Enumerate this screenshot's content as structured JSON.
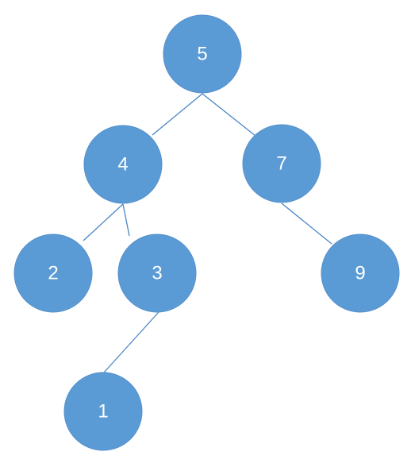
{
  "diagram": {
    "type": "binary-tree",
    "node_color": "#5b9bd5",
    "edge_color": "#4a86c5",
    "label_color": "#ffffff",
    "nodes": [
      {
        "id": "n5",
        "label": "5"
      },
      {
        "id": "n4",
        "label": "4"
      },
      {
        "id": "n7",
        "label": "7"
      },
      {
        "id": "n2",
        "label": "2"
      },
      {
        "id": "n3",
        "label": "3"
      },
      {
        "id": "n9",
        "label": "9"
      },
      {
        "id": "n1",
        "label": "1"
      }
    ],
    "edges": [
      {
        "from": "n5",
        "to": "n4"
      },
      {
        "from": "n5",
        "to": "n7"
      },
      {
        "from": "n4",
        "to": "n2"
      },
      {
        "from": "n4",
        "to": "n3"
      },
      {
        "from": "n7",
        "to": "n9"
      },
      {
        "from": "n3",
        "to": "n1"
      }
    ]
  }
}
